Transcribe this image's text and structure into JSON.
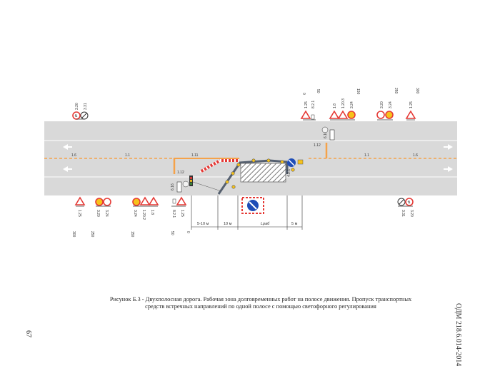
{
  "figure": {
    "caption_line1": "Рисунок Б.3 - Двухполосная дорога. Рабочая зона долговременных работ на полосе движения. Пропуск транспортных",
    "caption_line2": "средств встречных направлений по одной полосе с помощью светофорного регулирования",
    "document_code": "ОДМ 218.6.014-2014",
    "page_number": "67"
  },
  "markings": {
    "left_edge": "1.6",
    "left_axis": "1.1",
    "approach_axis": "1.11",
    "stop_line_left": "1.12",
    "stop_line_right": "1.12",
    "right_axis": "1.1",
    "right_edge": "1.6"
  },
  "top_distances": [
    "0",
    "50",
    "150",
    "250",
    "300"
  ],
  "bottom_distances": [
    "0",
    "50",
    "150",
    "250",
    "300"
  ],
  "top_signs": {
    "g0": [
      "1.25",
      "8.2.1"
    ],
    "g1": [
      "1.8",
      "1.20.3",
      "3.24"
    ],
    "g2": [
      "3.20",
      "3.24"
    ],
    "g3": [
      "1.25"
    ],
    "g_left": [
      "3.20",
      "3.31"
    ]
  },
  "bottom_signs": {
    "g0": [
      "1.25",
      "8.2.1"
    ],
    "g1": [
      "1.8",
      "1.20.2",
      "3.24"
    ],
    "g2": [
      "3.20",
      "3.24"
    ],
    "g3": [
      "1.25"
    ],
    "g_right": [
      "3.31",
      "3.20"
    ]
  },
  "inroad_labels": {
    "sign_top": "6.16",
    "sign_bottom": "6.16",
    "keep_right": "4.2.1"
  },
  "dimensions": {
    "d1": "5-10 м",
    "d2": "10 м",
    "d3": "Lраб",
    "d4": "5 м"
  },
  "colors": {
    "road": "#d9d9d9",
    "marking": "#f5a24a",
    "barrier_red": "#e53935",
    "sign_blue": "#1e4db7",
    "warning_yellow": "#f6c21b"
  }
}
